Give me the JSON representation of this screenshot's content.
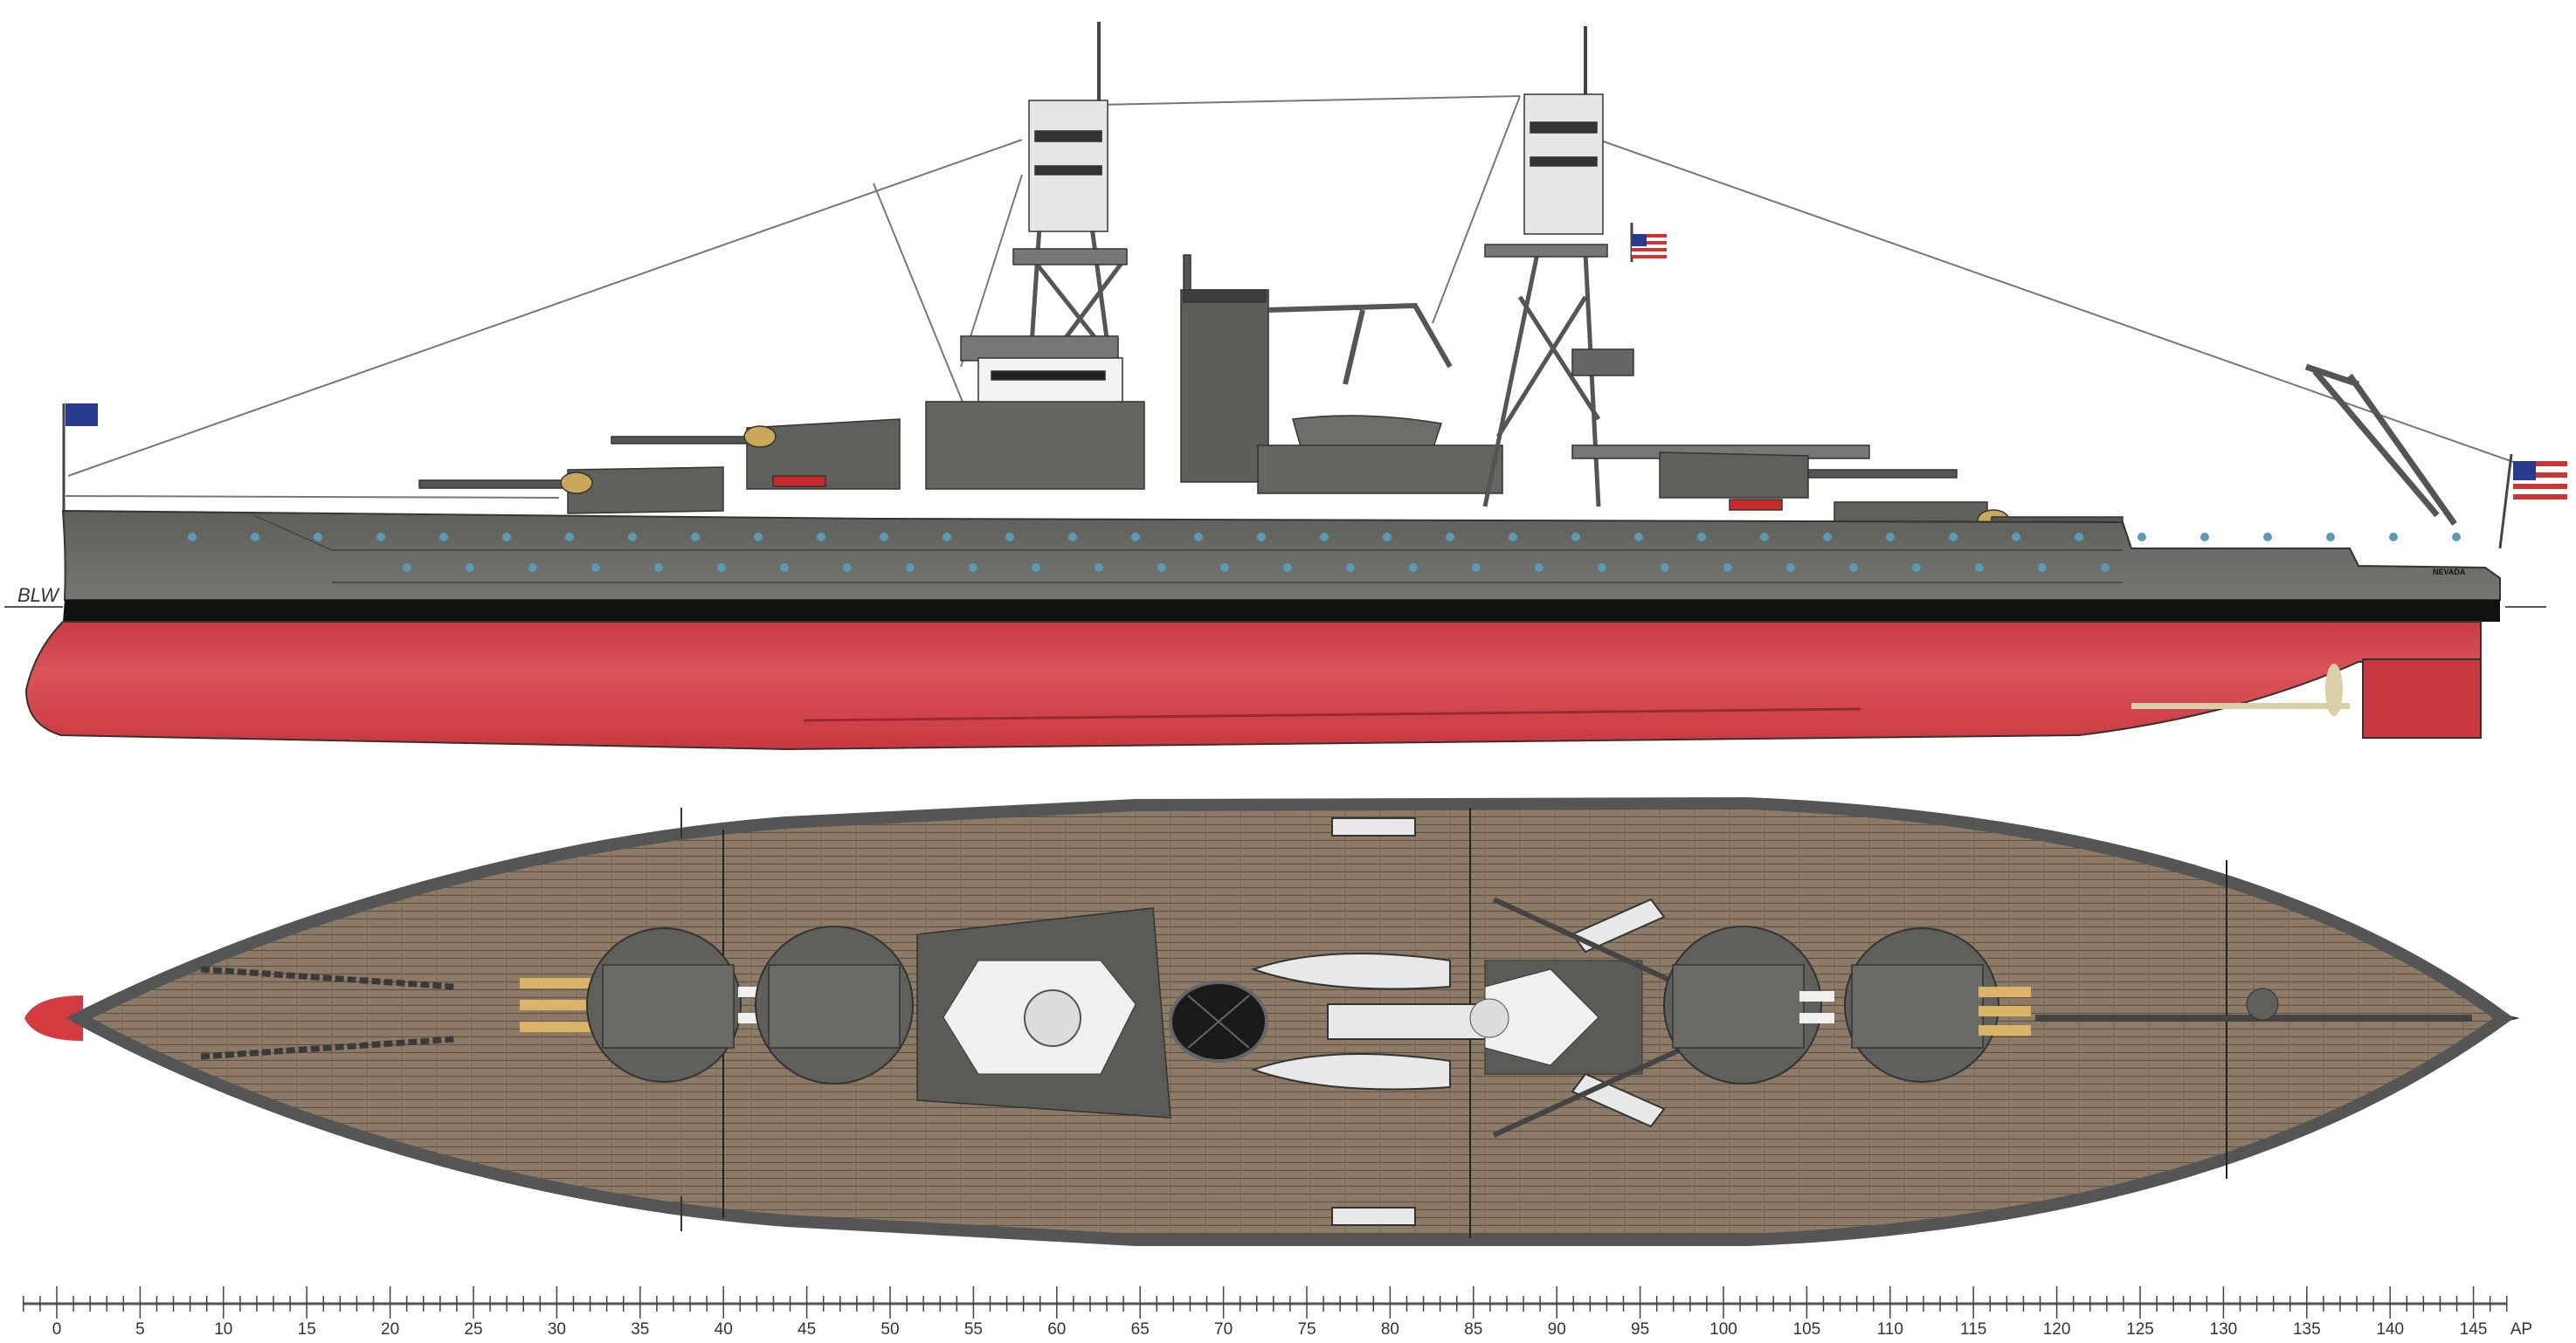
{
  "labels": {
    "waterline": "BLW",
    "hull_name": "NEVADA"
  },
  "scale": {
    "min": -2,
    "max": 147,
    "major_step": 5,
    "labels": [
      "0",
      "5",
      "10",
      "15",
      "20",
      "25",
      "30",
      "35",
      "40",
      "45",
      "50",
      "55",
      "60",
      "65",
      "70",
      "75",
      "80",
      "85",
      "90",
      "95",
      "100",
      "105",
      "110",
      "115",
      "120",
      "125",
      "130",
      "135",
      "140",
      "145"
    ],
    "end_label": "AP"
  },
  "colors": {
    "hull_gray": "#6a6a67",
    "boot_top": "#111111",
    "antifouling_red": "#d0454a",
    "deck_wood": "#8c7b66",
    "porthole": "#5a9bb5",
    "flag_blue": "#2a3a8c"
  }
}
